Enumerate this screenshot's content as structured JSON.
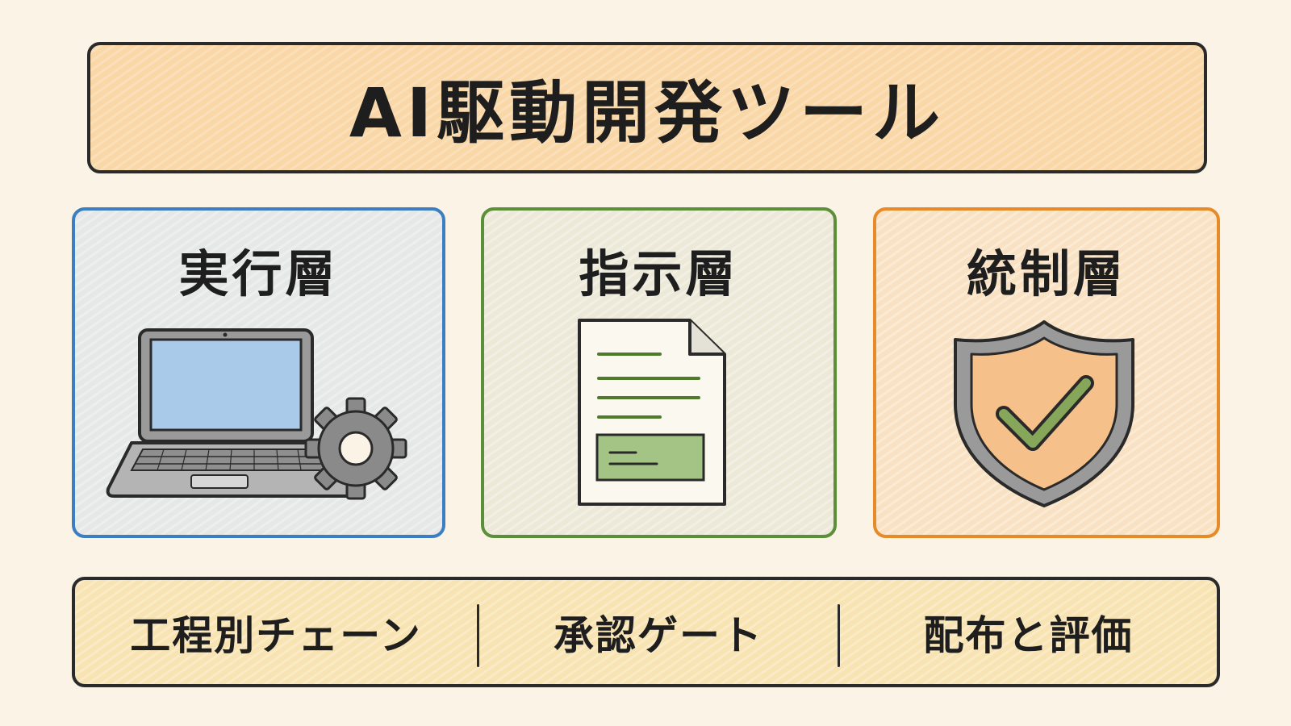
{
  "title": "AI駆動開発ツール",
  "layers": [
    {
      "label": "実行層",
      "icon": "laptop-gear-icon",
      "border_color": "#3b7ec2"
    },
    {
      "label": "指示層",
      "icon": "document-icon",
      "border_color": "#5c8f3a"
    },
    {
      "label": "統制層",
      "icon": "shield-check-icon",
      "border_color": "#e78a2a"
    }
  ],
  "footer": {
    "items": [
      "工程別チェーン",
      "承認ゲート",
      "配布と評価"
    ]
  }
}
